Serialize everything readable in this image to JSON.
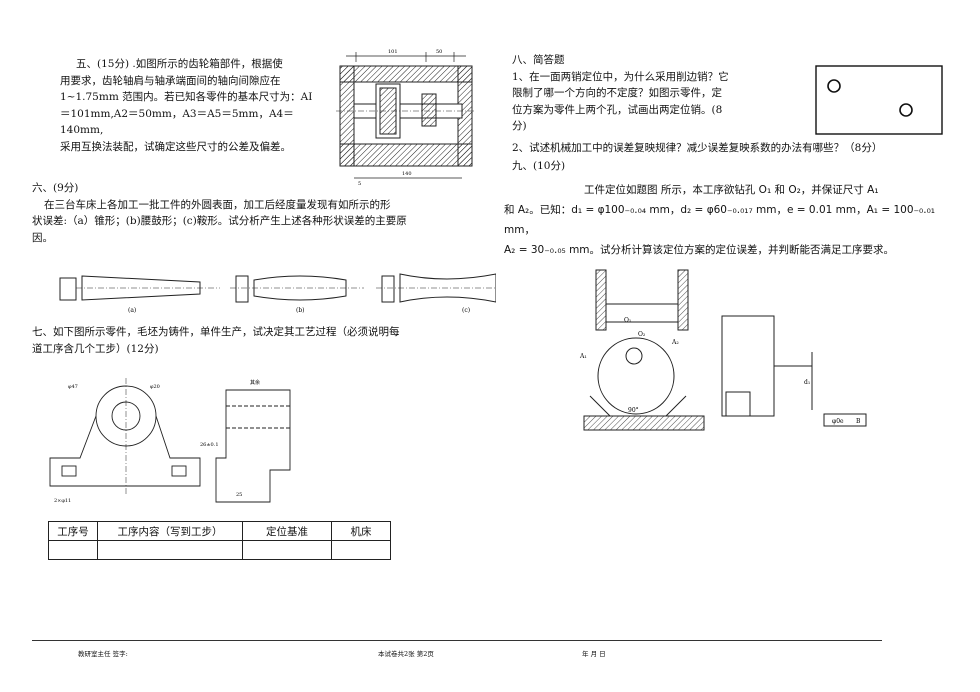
{
  "q5": {
    "title": "五、(15分) .如图所示的齿轮箱部件，根据使",
    "lines": [
      "用要求，齿轮轴肩与轴承端面间的轴向间隙应在",
      "1~1.75mm 范围内。若已知各零件的基本尺寸为：AI",
      "＝101mm,A2＝50mm，A3＝A5＝5mm，A4＝140mm,",
      "采用互换法装配，试确定这些尺寸的公差及偏差。"
    ],
    "fig_labels": {
      "top1": "101",
      "top2": "50",
      "bottom1": "5",
      "bottom2": "140",
      "small": "5"
    }
  },
  "q6": {
    "title": "六、(9分)",
    "lines": [
      "在三台车床上各加工一批工件的外圆表面，加工后经度量发现有如所示的形",
      "状误差:（a）锥形；(b)腰鼓形；(c)鞍形。试分析产生上述各种形状误差的主要原",
      "因。"
    ],
    "fig_labels": [
      "(a)",
      "(b)",
      "(c)"
    ]
  },
  "q7": {
    "title": "七、如下图所示零件，毛坯为铸件，单件生产，试决定其工艺过程（必须说明每",
    "line2": "道工序含几个工步）(12分)",
    "dims": {
      "d1": "φ47",
      "d2": "φ20",
      "h": "25",
      "w": "2×φ11",
      "right": "26±0.1",
      "finish": "其余"
    }
  },
  "process_table": {
    "headers": [
      "工序号",
      "工序内容（写到工步）",
      "定位基准",
      "机床"
    ]
  },
  "q8": {
    "title": "八、简答题",
    "lines": [
      "1、在一面两销定位中，为什么采用削边销？它",
      "限制了哪一个方向的不定度？如图示零件，定",
      "位方案为零件上两个孔，试画出两定位销。(8",
      "分)"
    ],
    "line2": "2、试述机械加工中的误差复映规律？减少误差复映系数的办法有哪些？（8分）"
  },
  "q9": {
    "title": "九、(10分)",
    "lines": [
      "工件定位如题图     所示，本工序欲钻孔 O₁ 和 O₂，并保证尺寸 A₁",
      "和 A₂。已知：d₁ = φ100₋₀.₀₄ mm，d₂ = φ60₋₀.₀₁₇ mm，e = 0.01 mm，A₁ = 100₋₀.₀₁ mm，",
      "A₂ = 30₋₀.₀₅ mm。试分析计算该定位方案的定位误差，并判断能否满足工序要求。"
    ],
    "fig_labels": {
      "o1": "O₁",
      "o2": "O₂",
      "a1": "A₁",
      "a2": "A₂",
      "d1": "d₁",
      "angle": "90°",
      "tol": "φ0e",
      "datum": "B"
    }
  },
  "footer": {
    "left": "教研室主任   签字:",
    "center": "本试卷共2张    第2页",
    "right": "年   月   日"
  }
}
